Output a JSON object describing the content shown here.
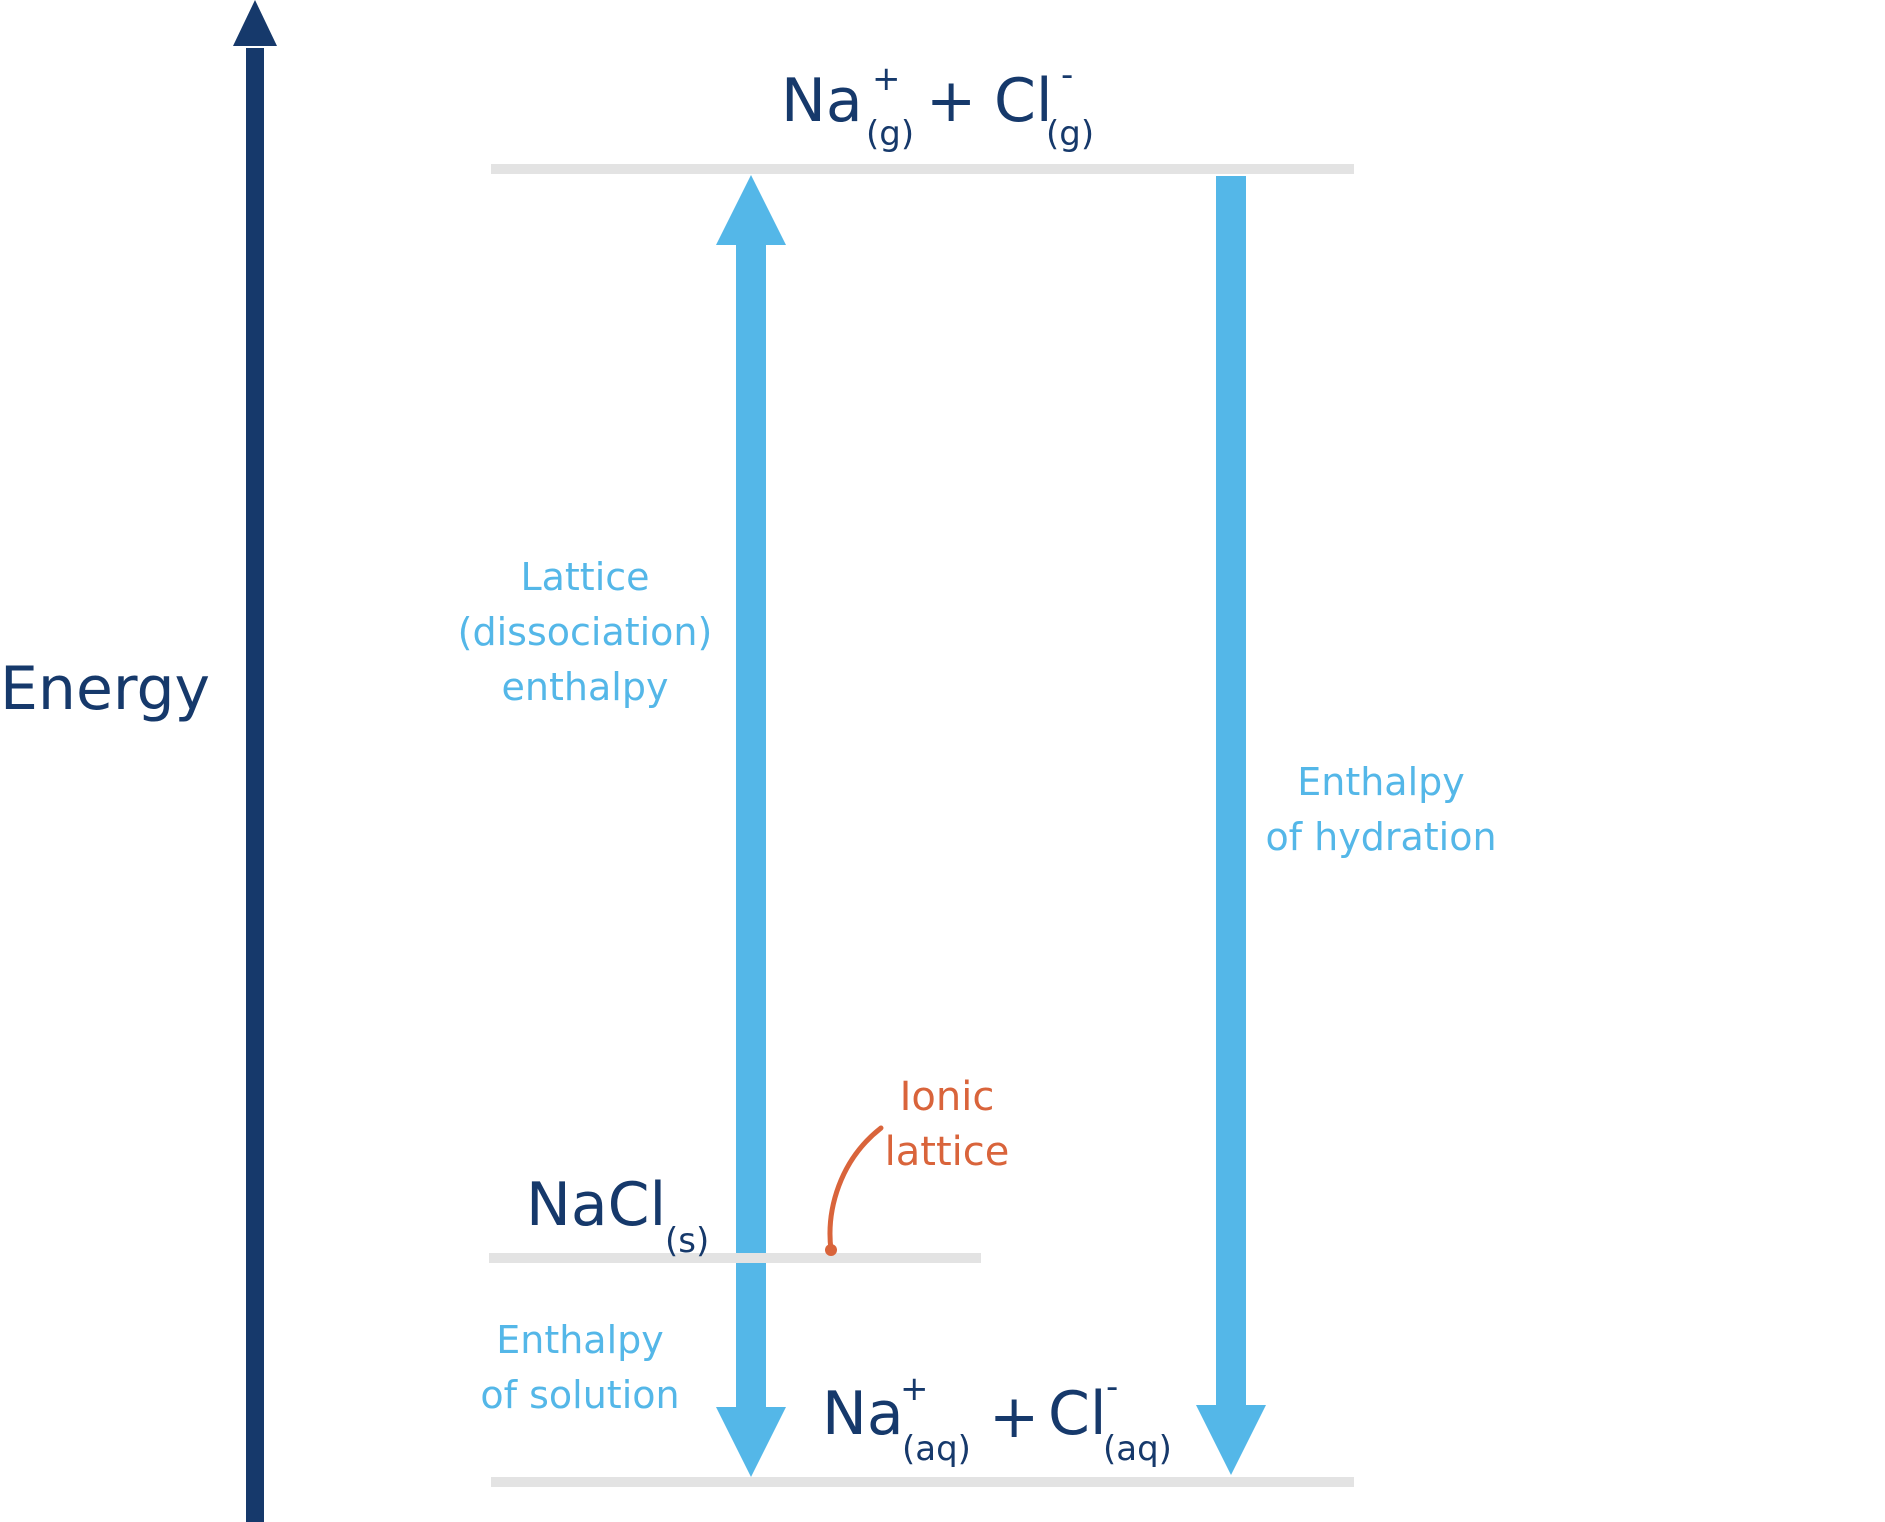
{
  "axis": {
    "label": "Energy"
  },
  "levels": {
    "gaseous_ions": {
      "na": "Na",
      "na_charge": "+",
      "na_state": "(g)",
      "plus": "+",
      "cl": "Cl",
      "cl_charge": "-",
      "cl_state": "(g)"
    },
    "solid": {
      "formula": "NaCl",
      "state": "(s)"
    },
    "aqueous_ions": {
      "na": "Na",
      "na_charge": "+",
      "na_state": "(aq)",
      "plus": "+",
      "cl": "Cl",
      "cl_charge": "-",
      "cl_state": "(aq)"
    }
  },
  "arrows": {
    "lattice": {
      "line1": "Lattice",
      "line2": "(dissociation)",
      "line3": "enthalpy"
    },
    "hydration": {
      "line1": "Enthalpy",
      "line2": "of hydration"
    },
    "solution": {
      "line1": "Enthalpy",
      "line2": "of solution"
    }
  },
  "annotation": {
    "line1": "Ionic",
    "line2": "lattice"
  },
  "colors": {
    "axis": "#16396b",
    "arrows": "#54b7e8",
    "levels": "#e3e3e3",
    "annotation": "#d9643b"
  }
}
